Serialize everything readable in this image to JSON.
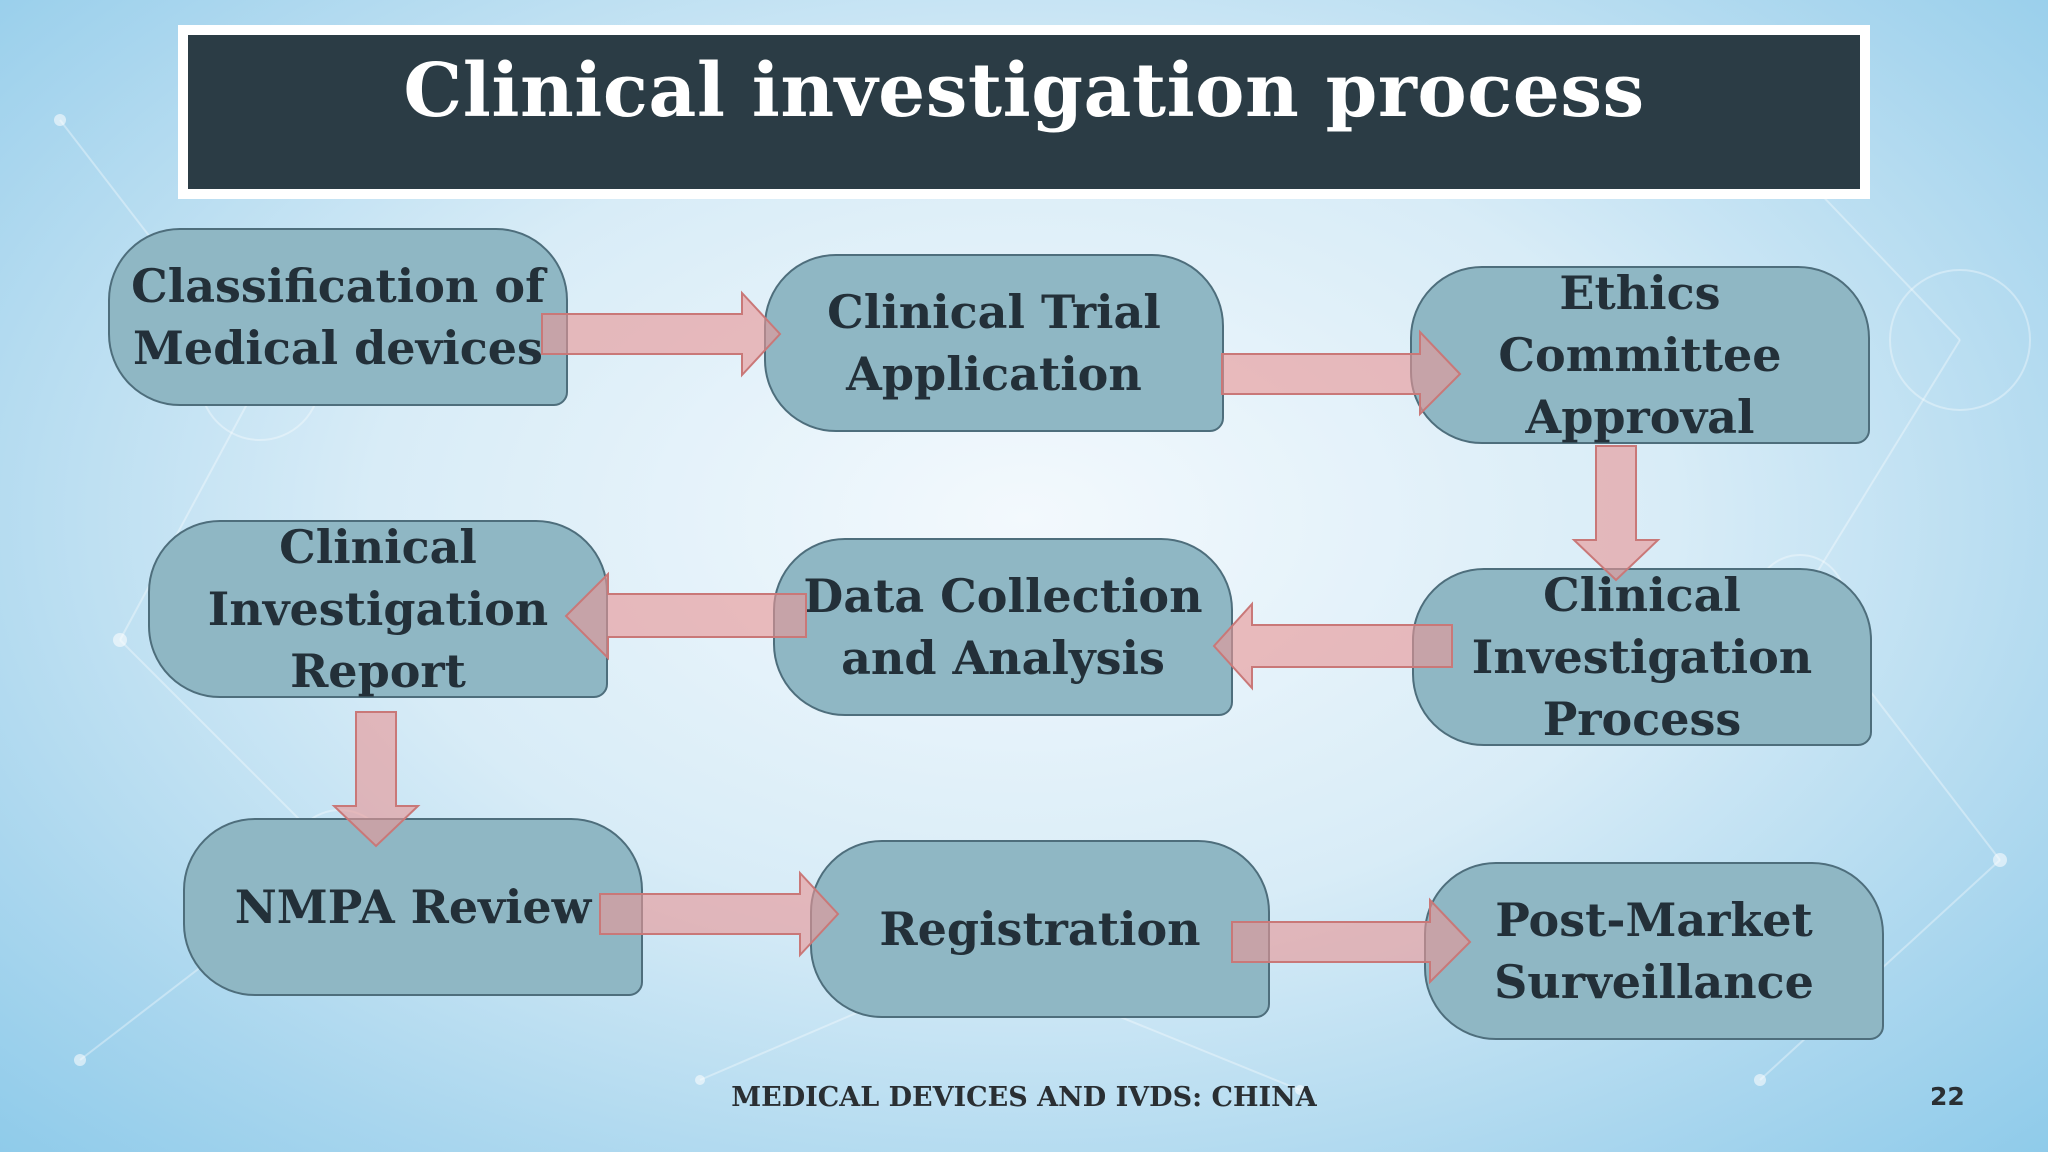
{
  "title": "Clinical investigation process",
  "steps": [
    {
      "label": "Classification of\nMedical devices"
    },
    {
      "label": "Clinical Trial\nApplication"
    },
    {
      "label": "Ethics\nCommittee\nApproval"
    },
    {
      "label": "Clinical\nInvestigation\nProcess"
    },
    {
      "label": "Data Collection\nand Analysis"
    },
    {
      "label": "Clinical\nInvestigation\nReport"
    },
    {
      "label": "NMPA Review"
    },
    {
      "label": "Registration"
    },
    {
      "label": "Post-Market\nSurveillance"
    }
  ],
  "footer": "MEDICAL DEVICES AND  IVDS: CHINA",
  "page_number": "22",
  "colors": {
    "title_bg": "#2b3c45",
    "box_fill": "#8fb7c4",
    "arrow_fill": "#e89696"
  }
}
